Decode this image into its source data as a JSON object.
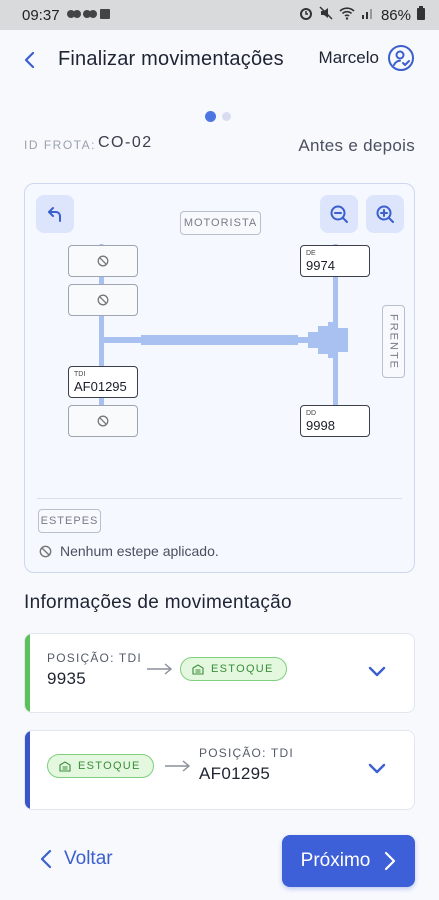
{
  "status_bar": {
    "time": "09:37",
    "battery": "86%"
  },
  "header": {
    "title": "Finalizar movimentações",
    "user_name": "Marcelo"
  },
  "pager": {
    "total": 2,
    "current": 1
  },
  "fleet": {
    "id_label": "ID FROTA:",
    "id_value": "CO-02",
    "compare_link": "Antes e depois"
  },
  "diagram": {
    "driver_label": "MOTORISTA",
    "front_label": "FRENTE",
    "spares_label": "ESTEPES",
    "no_spare_text": "Nenhum estepe aplicado.",
    "tires": [
      {
        "id": "rear-left-1",
        "empty": true
      },
      {
        "id": "rear-left-2",
        "empty": true
      },
      {
        "id": "rear-left-3",
        "position": "TDI",
        "number": "AF01295"
      },
      {
        "id": "rear-left-4",
        "empty": true
      },
      {
        "id": "front-left",
        "position": "DE",
        "number": "9974"
      },
      {
        "id": "front-right",
        "position": "DD",
        "number": "9998"
      }
    ]
  },
  "movements": {
    "title": "Informações de movimentação",
    "items": [
      {
        "from_label": "POSIÇÃO: TDI",
        "from_value": "9935",
        "to_badge": "ESTOQUE",
        "stripe_color": "#5cc15a"
      },
      {
        "from_badge": "ESTOQUE",
        "to_label": "POSIÇÃO: TDI",
        "to_value": "AF01295",
        "stripe_color": "#3a55c8"
      }
    ]
  },
  "footer": {
    "back_label": "Voltar",
    "next_label": "Próximo"
  },
  "colors": {
    "primary": "#3d5fd8",
    "axle": "#a9c1f0",
    "badge_green": "#7fd07e"
  }
}
